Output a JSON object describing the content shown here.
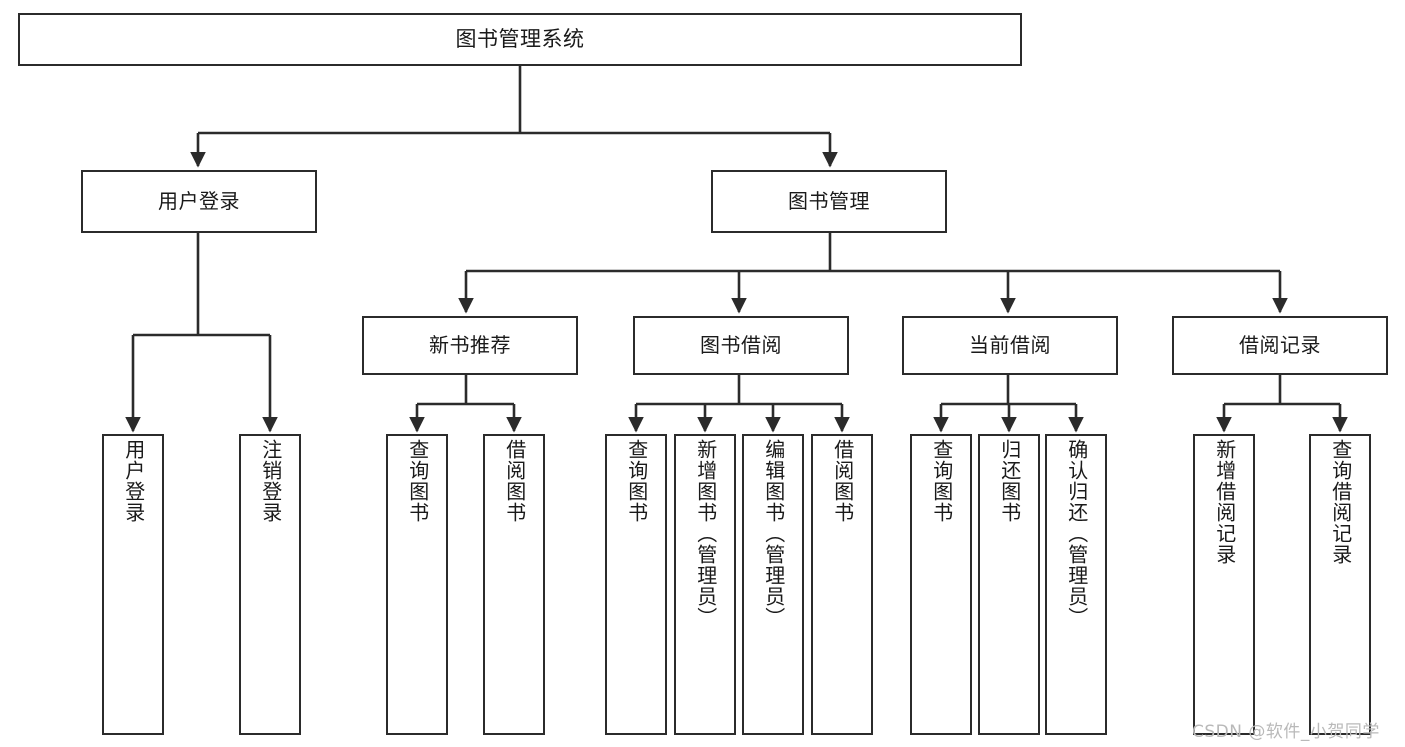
{
  "diagram": {
    "title": "图书管理系统",
    "type": "tree-hierarchy",
    "stroke_color": "#2b2b2b",
    "fill_color": "#ffffff",
    "text_color": "#1a1a1a"
  },
  "nodes": {
    "root": {
      "label": "图书管理系统"
    },
    "level1": [
      {
        "label": "用户登录"
      },
      {
        "label": "图书管理"
      }
    ],
    "level2": [
      {
        "label": "新书推荐"
      },
      {
        "label": "图书借阅"
      },
      {
        "label": "当前借阅"
      },
      {
        "label": "借阅记录"
      }
    ],
    "leaves": {
      "user_login": [
        {
          "label": "用户登录"
        },
        {
          "label": "注销登录"
        }
      ],
      "new_book": [
        {
          "label": "查询图书"
        },
        {
          "label": "借阅图书"
        }
      ],
      "book_borrow": [
        {
          "label": "查询图书"
        },
        {
          "label": "新增图书（管理员）"
        },
        {
          "label": "编辑图书（管理员）"
        },
        {
          "label": "借阅图书"
        }
      ],
      "current_borrow": [
        {
          "label": "查询图书"
        },
        {
          "label": "归还图书"
        },
        {
          "label": "确认归还（管理员）"
        }
      ],
      "borrow_record": [
        {
          "label": "新增借阅记录"
        },
        {
          "label": "查询借阅记录"
        }
      ]
    }
  },
  "watermark": {
    "text": "CSDN @软件_小贺同学",
    "color": "#b9b9b9"
  }
}
